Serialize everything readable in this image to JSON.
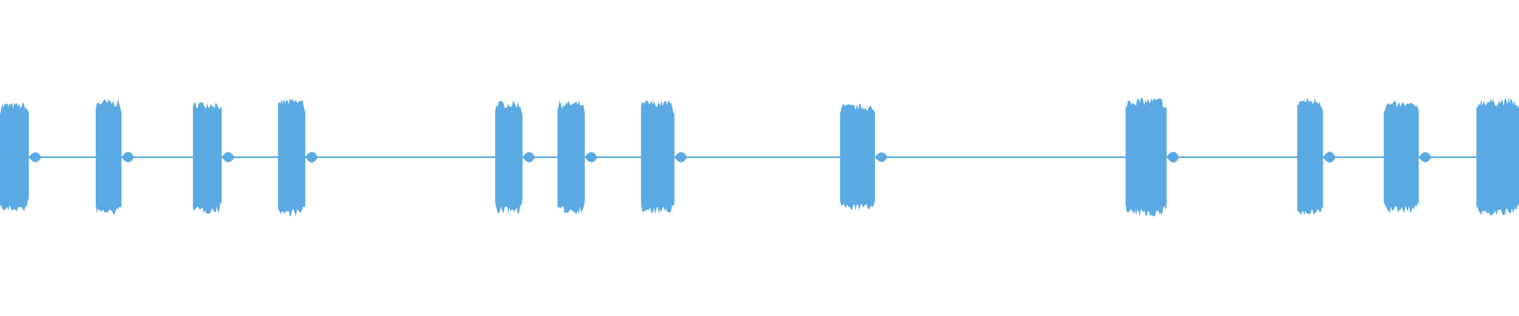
{
  "chart_data": {
    "type": "area",
    "x_range": [
      0,
      1
    ],
    "y_range": [
      -1,
      1
    ],
    "grid": false,
    "legend": "none",
    "series_color": "#5aa9e2",
    "baseline_amplitude": 0.01,
    "bursts": [
      {
        "start": 0.0,
        "end": 0.019,
        "amp": 0.7
      },
      {
        "start": 0.063,
        "end": 0.08,
        "amp": 0.74
      },
      {
        "start": 0.127,
        "end": 0.146,
        "amp": 0.72
      },
      {
        "start": 0.183,
        "end": 0.201,
        "amp": 0.75
      },
      {
        "start": 0.326,
        "end": 0.344,
        "amp": 0.72
      },
      {
        "start": 0.367,
        "end": 0.385,
        "amp": 0.72
      },
      {
        "start": 0.422,
        "end": 0.444,
        "amp": 0.73
      },
      {
        "start": 0.553,
        "end": 0.576,
        "amp": 0.68
      },
      {
        "start": 0.741,
        "end": 0.768,
        "amp": 0.76
      },
      {
        "start": 0.854,
        "end": 0.871,
        "amp": 0.76
      },
      {
        "start": 0.911,
        "end": 0.934,
        "amp": 0.71
      },
      {
        "start": 0.972,
        "end": 1.0,
        "amp": 0.75
      }
    ]
  }
}
